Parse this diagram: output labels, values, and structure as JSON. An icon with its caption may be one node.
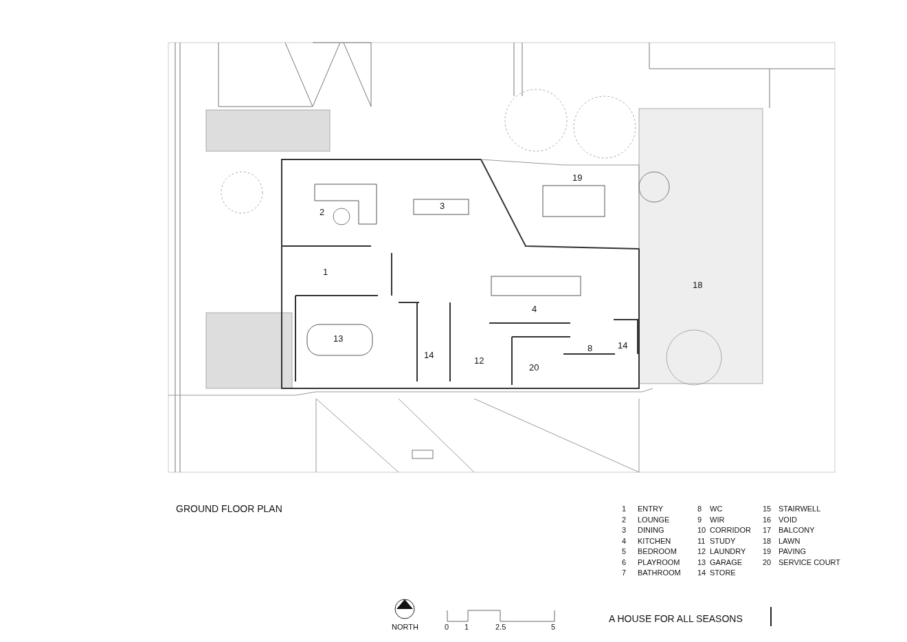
{
  "diagram": {
    "title": "GROUND FLOOR PLAN",
    "caption": "A HOUSE FOR ALL SEASONS",
    "labels": [
      "19",
      "2",
      "3",
      "1",
      "18",
      "4",
      "13",
      "8",
      "14",
      "14",
      "12",
      "20",
      "1",
      "ENTRY",
      "8",
      "WC",
      "15",
      "STAIRWELL",
      "2",
      "LOUNGE",
      "9",
      "WIR",
      "16",
      "VOID",
      "3",
      "DINING",
      "10",
      "CORRIDOR",
      "17",
      "BALCONY",
      "4",
      "KITCHEN",
      "11",
      "STUDY",
      "18",
      "LAWN",
      "5",
      "BEDROOM",
      "12",
      "LAUNDRY",
      "19",
      "PAVING",
      "6",
      "PLAYROOM",
      "13",
      "GARAGE",
      "20",
      "SERVICE COURT",
      "7",
      "BATHROOM",
      "14",
      "STORE",
      "NORTH",
      "0",
      "1",
      "2.5",
      "5"
    ]
  }
}
